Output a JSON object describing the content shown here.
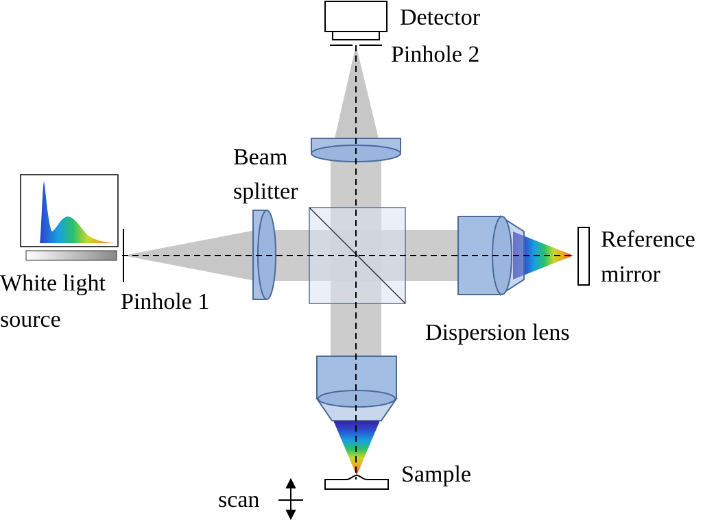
{
  "labels": {
    "detector": "Detector",
    "pinhole2": "Pinhole 2",
    "beam_splitter_line1": "Beam",
    "beam_splitter_line2": "splitter",
    "reference_line1": "Reference",
    "reference_line2": "mirror",
    "white_light_line1": "White light",
    "white_light_line2": "source",
    "pinhole1": "Pinhole 1",
    "dispersion_lens": "Dispersion lens",
    "sample": "Sample",
    "scan": "scan"
  },
  "colors": {
    "beam": "#bdbdbd",
    "optic_fill": "#9ab6df",
    "optic_stroke": "#4a6a9a",
    "cube_fill": "#dbe4f3",
    "spectrum": [
      "#3a1e9e",
      "#2a4fd0",
      "#1aa0e0",
      "#2bc06a",
      "#c8d82a",
      "#f0a020",
      "#e83020"
    ]
  }
}
